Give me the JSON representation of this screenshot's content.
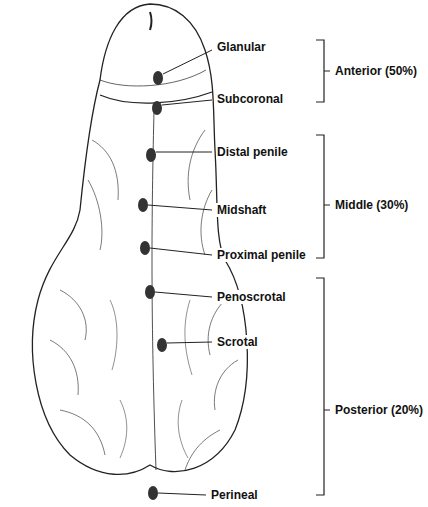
{
  "diagram": {
    "labels": [
      "Glanular",
      "Subcoronal",
      "Distal penile",
      "Midshaft",
      "Proximal penile",
      "Penoscrotal",
      "Scrotal",
      "Perineal",
      "Anterior (50%)",
      "Middle (30%)",
      "Posterior (20%)"
    ]
  }
}
